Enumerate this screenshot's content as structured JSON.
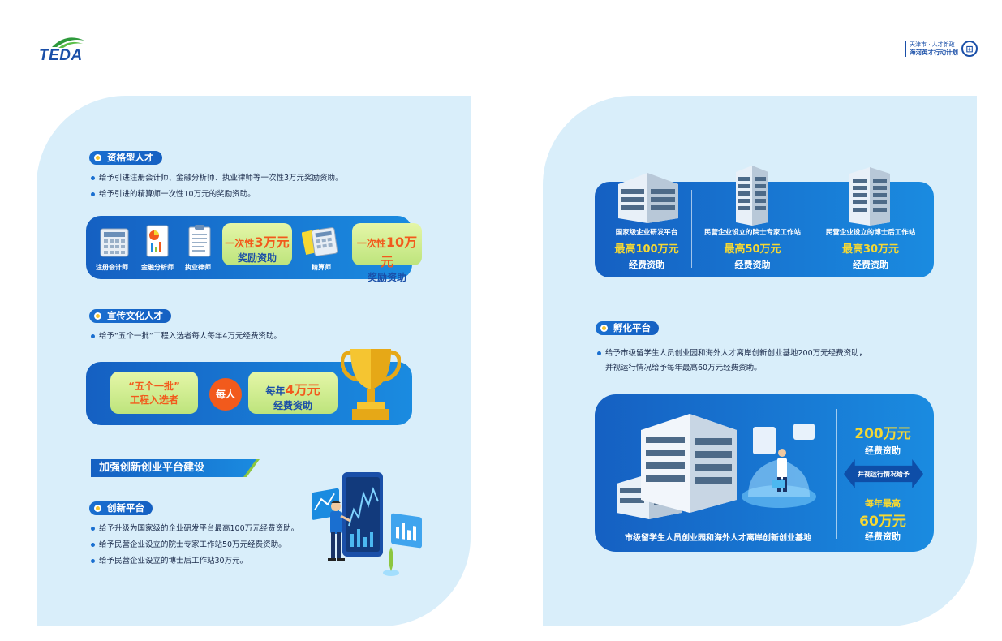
{
  "header": {
    "logo_text": "TEDA",
    "policy_line1": "天津市 · 人才新政",
    "policy_line2": "海河英才行动计划"
  },
  "left": {
    "qualified": {
      "tag": "资格型人才",
      "bullets": [
        "给予引进注册会计师、金融分析师、执业律师等一次性3万元奖励资助。",
        "给予引进的精算师一次性10万元的奖励资助。"
      ],
      "icons": [
        "注册会计师",
        "金融分析师",
        "执业律师",
        "精算师"
      ],
      "box1_pre": "一次性",
      "box1_big": "3万元",
      "box1_line2": "奖励资助",
      "box2_pre": "一次性",
      "box2_big": "10万元",
      "box2_line2": "奖励资助"
    },
    "culture": {
      "tag": "宣传文化人才",
      "bullet": "给予“五个一批”工程入选者每人每年4万元经费资助。",
      "box1_line1": "“五个一批”",
      "box1_line2": "工程入选者",
      "circle": "每人",
      "box2_pre": "每年",
      "box2_big": "4万元",
      "box2_line2": "经费资助"
    },
    "banner": "加强创新创业平台建设",
    "innovation": {
      "tag": "创新平台",
      "bullets": [
        "给予升级为国家级的企业研发平台最高100万元经费资助。",
        "给予民营企业设立的院士专家工作站50万元经费资助。",
        "给予民营企业设立的博士后工作站30万元。"
      ]
    }
  },
  "right": {
    "platforms": [
      {
        "label": "国家级企业研发平台",
        "pre": "最高",
        "amount": "100万元",
        "line2": "经费资助"
      },
      {
        "label": "民营企业设立的院士专家工作站",
        "pre": "最高",
        "amount": "50万元",
        "line2": "经费资助"
      },
      {
        "label": "民营企业设立的博士后工作站",
        "pre": "最高",
        "amount": "30万元",
        "line2": "经费资助"
      }
    ],
    "incubator": {
      "tag": "孵化平台",
      "line1": "给予市级留学生人员创业园和海外人才离岸创新创业基地200万元经费资助，",
      "line2": "并视运行情况给予每年最高60万元经费资助。",
      "base_label": "市级留学生人员创业园和海外人才离岸创新创业基地",
      "amount1": "200万元",
      "amount1_line2": "经费资助",
      "arrow_text": "并视运行情况给予",
      "amount2_pre": "每年最高",
      "amount2": "60万元",
      "amount2_line2": "经费资助"
    }
  },
  "colors": {
    "page_bg": "#d9eefa",
    "brand_blue": "#1560c2",
    "accent_green": "#bde47c",
    "accent_orange": "#f25a1c",
    "accent_yellow": "#f5d833"
  }
}
